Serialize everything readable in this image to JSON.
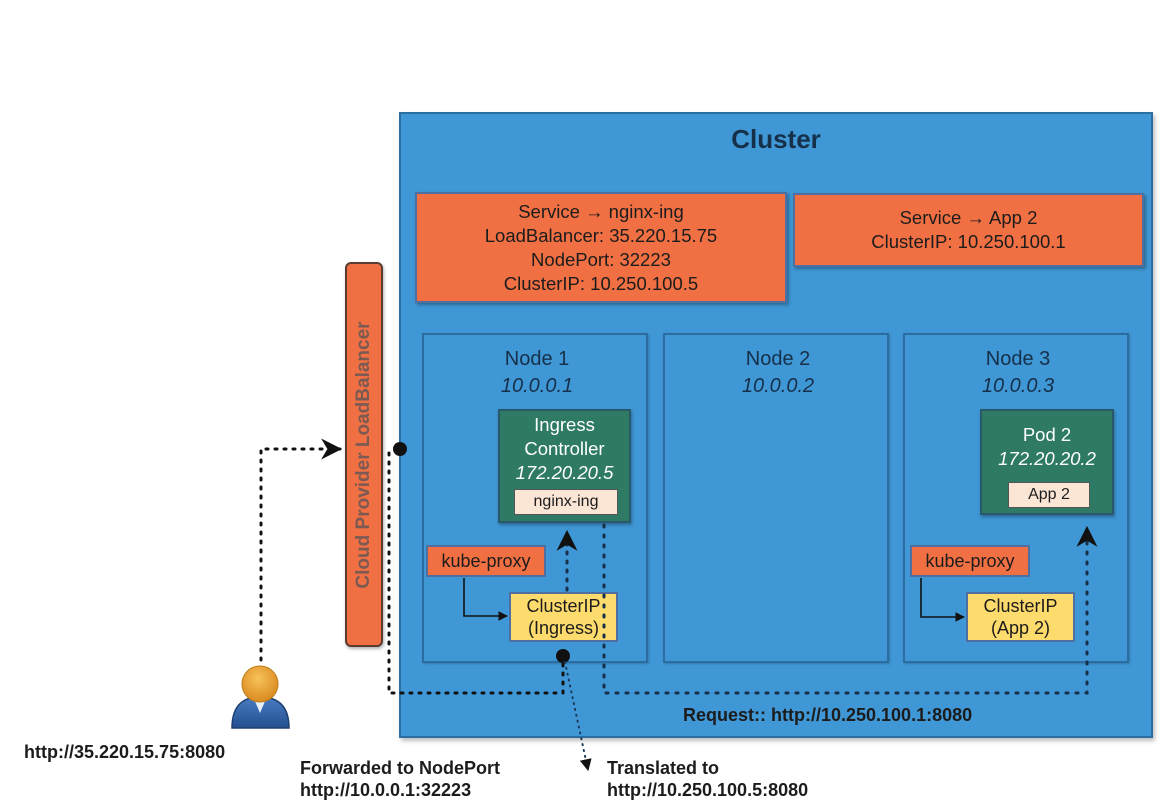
{
  "cluster": {
    "title": "Cluster",
    "background_color": "#3f97d5"
  },
  "services": [
    {
      "lines": [
        "Service → nginx-ing",
        "LoadBalancer: 35.220.15.75",
        "NodePort: 32223",
        "ClusterIP: 10.250.100.5"
      ]
    },
    {
      "lines": [
        "Service → App 2",
        "ClusterIP: 10.250.100.1"
      ]
    }
  ],
  "nodes": [
    {
      "title": "Node 1",
      "ip": "10.0.0.1",
      "pod": {
        "title_lines": [
          "Ingress",
          "Controller"
        ],
        "ip": "172.20.20.5",
        "container": "nginx-ing"
      },
      "kube_proxy": "kube-proxy",
      "cluster_ip": {
        "lines": [
          "ClusterIP",
          "(Ingress)"
        ]
      }
    },
    {
      "title": "Node 2",
      "ip": "10.0.0.2"
    },
    {
      "title": "Node 3",
      "ip": "10.0.0.3",
      "pod": {
        "title_lines": [
          "Pod 2"
        ],
        "ip": "172.20.20.2",
        "container": "App 2"
      },
      "kube_proxy": "kube-proxy",
      "cluster_ip": {
        "lines": [
          "ClusterIP",
          "(App 2)"
        ]
      }
    }
  ],
  "load_balancer": {
    "label": "Cloud Provider LoadBalancer"
  },
  "user": {
    "icon": "user-icon",
    "url": "http://35.220.15.75:8080"
  },
  "captions": {
    "request": "Request:: http://10.250.100.1:8080",
    "forwarded_line1": "Forwarded to NodePort",
    "forwarded_line2": "http://10.0.0.1:32223",
    "translated_line1": "Translated to",
    "translated_line2": "http://10.250.100.5:8080"
  },
  "colors": {
    "service": "#f07043",
    "pod": "#2e7a64",
    "cluster_ip": "#fddb6c",
    "container": "#fbe5d5"
  }
}
